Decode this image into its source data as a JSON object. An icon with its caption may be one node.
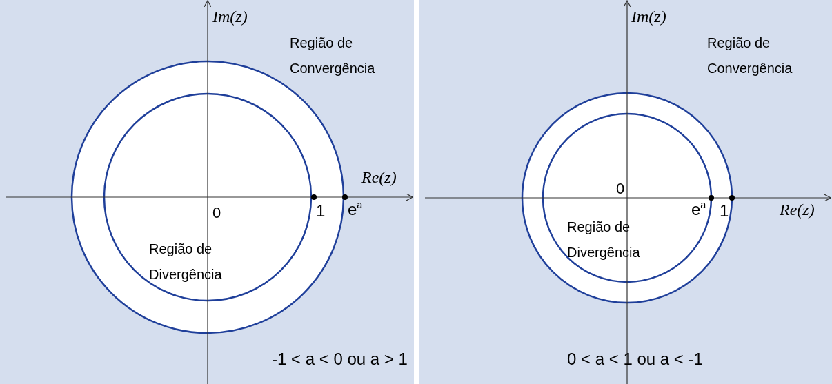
{
  "diagram": {
    "labels": [
      "Im(z)",
      "Região de Convergência",
      "Re(z)",
      "0",
      "1",
      "e$^{a}$",
      "Região de Divergência",
      "-1 < a < 0 ou a > 1",
      "Im(z)",
      "Região de Convergência",
      "0",
      "e$^{a}$",
      "1",
      "Re(z)",
      "Região de Divergência",
      "0 < a < 1 ou a < -1"
    ]
  }
}
